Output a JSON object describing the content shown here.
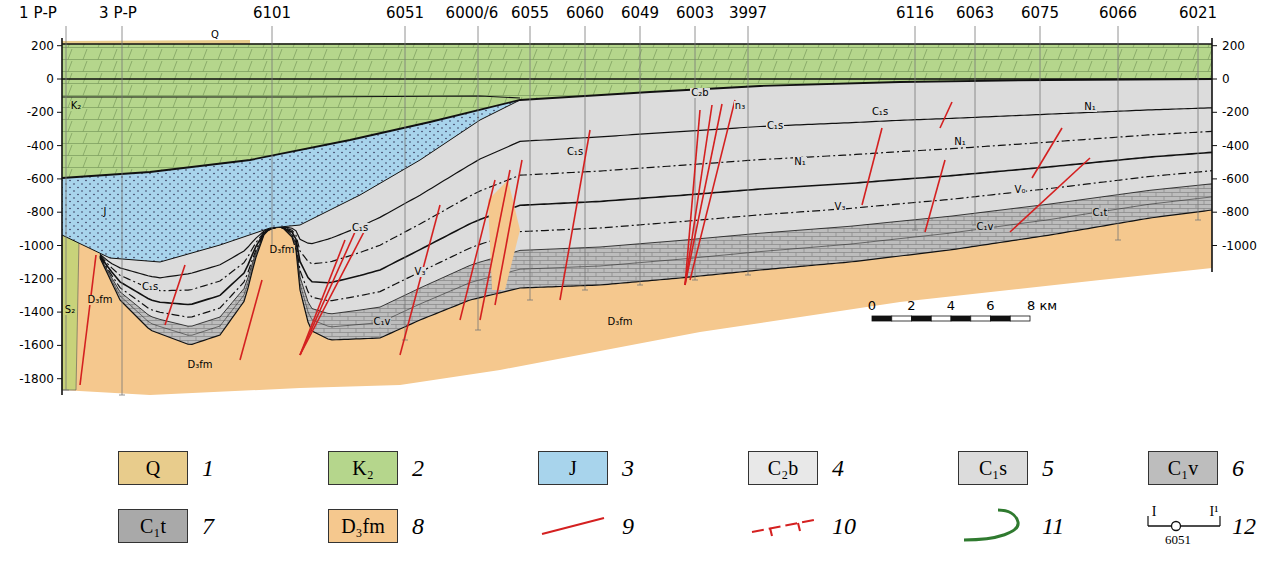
{
  "diagram": {
    "labels": [
      "1 Р-Р",
      "3 Р-Р",
      "6101",
      "6051",
      "6000/6",
      "6055",
      "6060",
      "6049",
      "6003",
      "3997",
      "6116",
      "6063",
      "6075",
      "6066",
      "6021",
      "200",
      "0",
      "-200",
      "-400",
      "-600",
      "-800",
      "-1000",
      "-1200",
      "-1400",
      "-1600",
      "-1800",
      "200",
      "0",
      "-200",
      "-400",
      "-600",
      "-800",
      "-1000",
      "0",
      "2",
      "4",
      "6",
      "8 км",
      "Q",
      "K₂",
      "J",
      "S₂",
      "D₃fm",
      "C₁s",
      "D₃fm",
      "D₃fm",
      "C₁s",
      "V₃",
      "C₁v",
      "C₁s",
      "D₃fm",
      "C₂b",
      "n₃",
      "C₁s",
      "N₁",
      "V₃",
      "C₁s",
      "N₁",
      "C₁v",
      "V₀",
      "N₁",
      "C₁t",
      "Q",
      "K₂",
      "J",
      "C₂b",
      "C₁s",
      "C₁v",
      "C₁t",
      "D₃fm",
      "I",
      "I¹",
      "6051"
    ],
    "legend": [
      {
        "text": "1",
        "color": "#e8cc8c"
      },
      {
        "text": "2",
        "color": "#b5d68c"
      },
      {
        "text": "3",
        "color": "#a8d4ec"
      },
      {
        "text": "4",
        "color": "#e8e8e8"
      },
      {
        "text": "5",
        "color": "#dcdcdc"
      },
      {
        "text": "6",
        "color": "#bdbdbd"
      },
      {
        "text": "7",
        "color": "#a9a9a9"
      },
      {
        "text": "8",
        "color": "#f5c88e"
      },
      {
        "text": "9"
      },
      {
        "text": "10"
      },
      {
        "text": "11"
      },
      {
        "text": "12"
      }
    ]
  }
}
